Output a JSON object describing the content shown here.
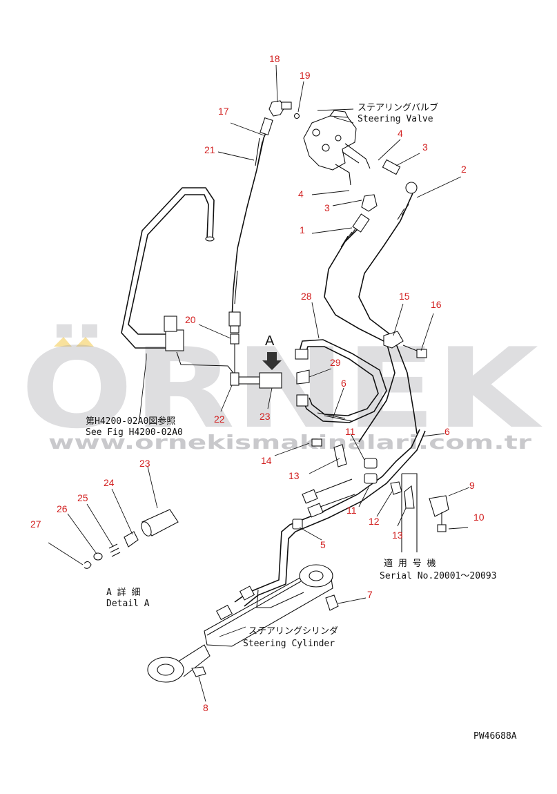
{
  "labels": [
    {
      "id": "18",
      "text": "18"
    },
    {
      "id": "19",
      "text": "19"
    },
    {
      "id": "17",
      "text": "17"
    },
    {
      "id": "21",
      "text": "21"
    },
    {
      "id": "4a",
      "text": "4"
    },
    {
      "id": "3a",
      "text": "3"
    },
    {
      "id": "2",
      "text": "2"
    },
    {
      "id": "4b",
      "text": "4"
    },
    {
      "id": "3b",
      "text": "3"
    },
    {
      "id": "1",
      "text": "1"
    },
    {
      "id": "20",
      "text": "20"
    },
    {
      "id": "A",
      "text": "A"
    },
    {
      "id": "28",
      "text": "28"
    },
    {
      "id": "15",
      "text": "15"
    },
    {
      "id": "16",
      "text": "16"
    },
    {
      "id": "29",
      "text": "29"
    },
    {
      "id": "6a",
      "text": "6"
    },
    {
      "id": "22",
      "text": "22"
    },
    {
      "id": "23a",
      "text": "23"
    },
    {
      "id": "11a",
      "text": "11"
    },
    {
      "id": "6b",
      "text": "6"
    },
    {
      "id": "14",
      "text": "14"
    },
    {
      "id": "13a",
      "text": "13"
    },
    {
      "id": "9",
      "text": "9"
    },
    {
      "id": "23b",
      "text": "23"
    },
    {
      "id": "24",
      "text": "24"
    },
    {
      "id": "25",
      "text": "25"
    },
    {
      "id": "26",
      "text": "26"
    },
    {
      "id": "27",
      "text": "27"
    },
    {
      "id": "11b",
      "text": "11"
    },
    {
      "id": "12",
      "text": "12"
    },
    {
      "id": "13b",
      "text": "13"
    },
    {
      "id": "10",
      "text": "10"
    },
    {
      "id": "5",
      "text": "5"
    },
    {
      "id": "7",
      "text": "7"
    },
    {
      "id": "8",
      "text": "8"
    }
  ],
  "annotations": {
    "steering_valve_jp": "ステアリングバルブ",
    "steering_valve_en": "Steering Valve",
    "see_fig_jp": "第H4200-02A0図参照",
    "see_fig_en": "See Fig H4200-02A0",
    "detail_a_jp": "A 詳 細",
    "detail_a_en": "Detail A",
    "applicable_jp": "適 用 号 機",
    "serial_en": "Serial No.20001～20093",
    "steering_cylinder_jp": "ステアリングシリンダ",
    "steering_cylinder_en": "Steering Cylinder",
    "drawing_code": "PW46688A"
  },
  "watermark": {
    "brand": "ÖRNEK",
    "url": "www.ornekismakinalari.com.tr",
    "color": "#9a9aa0",
    "accent": "#f2c84b"
  }
}
